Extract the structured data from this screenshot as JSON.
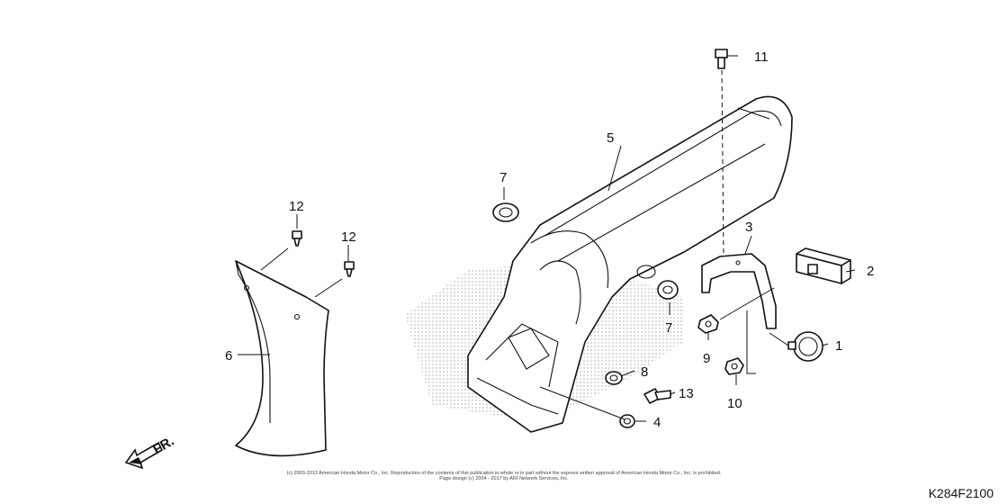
{
  "callouts": {
    "c1": "1",
    "c2": "2",
    "c3": "3",
    "c4": "4",
    "c5": "5",
    "c6": "6",
    "c7a": "7",
    "c7b": "7",
    "c8": "8",
    "c9": "9",
    "c10": "10",
    "c11": "11",
    "c12a": "12",
    "c12b": "12",
    "c13": "13"
  },
  "direction_label": "FR.",
  "footer": {
    "copyright_line1": "(c) 2003-2013 American Honda Motor Co., Inc. Reproduction of the contents of this publication in whole or in part without the express written approval of American Honda Motor Co., Inc. is prohibited.",
    "copyright_line2": "Page design (c) 2004 - 2017 by ARI Network Services, Inc.",
    "diagram_code": "K284F2100"
  }
}
